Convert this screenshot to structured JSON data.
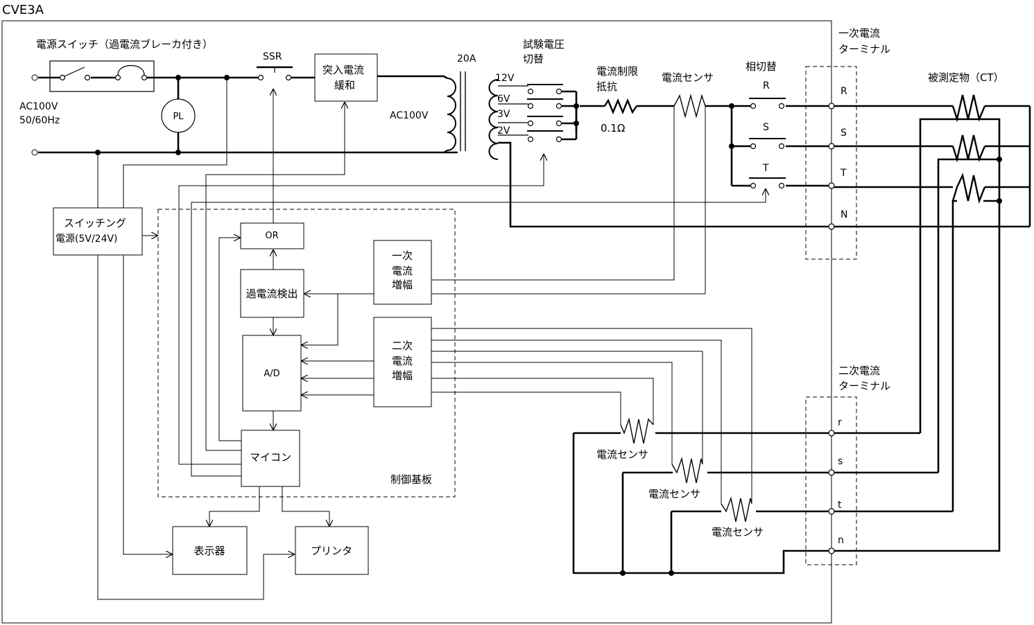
{
  "title": "CVE3A",
  "power": {
    "switch_label": "電源スイッチ（過電流ブレーカ付き）",
    "ac_label": "AC100V",
    "freq_label": "50/60Hz",
    "pl_label": "PL",
    "ssr_label": "SSR",
    "inrush_line1": "突入電流",
    "inrush_line2": "緩和",
    "transformer_current": "20A",
    "transformer_primary": "AC100V",
    "switching_line1": "スイッチング",
    "switching_line2": "電源(5V/24V)"
  },
  "test_voltage": {
    "label_line1": "試験電圧",
    "label_line2": "切替",
    "taps": [
      "12V",
      "6V",
      "3V",
      "2V"
    ]
  },
  "limit": {
    "label_line1": "電流制限",
    "label_line2": "抵抗",
    "value": "0.1Ω"
  },
  "sensor_label": "電流センサ",
  "phase_switch": {
    "label": "相切替",
    "phases": [
      "R",
      "S",
      "T"
    ]
  },
  "primary_terminal": {
    "label_line1": "一次電流",
    "label_line2": "ターミナル",
    "pins": [
      "R",
      "S",
      "T",
      "N"
    ]
  },
  "secondary_terminal": {
    "label_line1": "二次電流",
    "label_line2": "ターミナル",
    "pins": [
      "r",
      "s",
      "t",
      "n"
    ]
  },
  "dut_label": "被測定物（CT）",
  "board": {
    "label": "制御基板",
    "or_label": "OR",
    "overcurrent_label": "過電流検出",
    "ad_label": "A/D",
    "mcu_label": "マイコン",
    "primary_amp": [
      "一次",
      "電流",
      "増幅"
    ],
    "secondary_amp": [
      "二次",
      "電流",
      "増幅"
    ]
  },
  "display_label": "表示器",
  "printer_label": "プリンタ"
}
